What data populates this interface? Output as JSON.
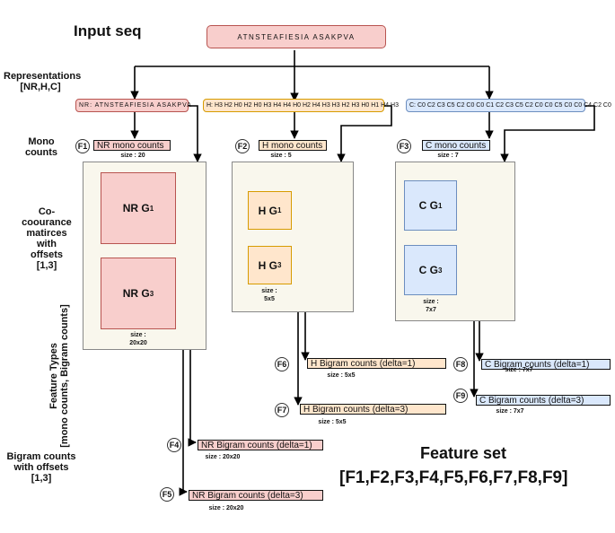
{
  "title": "Input seq",
  "input_sequence": "ATNSTEAFIESIA ASAKPVA",
  "labels": {
    "representations": "Representations\n[NR,H,C]",
    "mono_counts": "Mono\ncounts",
    "cooccurrence": "Co-\ncoourance\nmatirces\nwith\noffsets\n[1,3]",
    "feature_types": "Feature Types\n[mono counts, Bigram counts]",
    "bigram_counts": "Bigram counts\nwith offsets\n[1,3]"
  },
  "representations": {
    "nr": "NR: ATNSTEAFIESIA ASAKPVA",
    "h": "H: H3 H2 H0 H2 H0 H3 H4 H4 H0 H2 H4 H3 H3 H2 H3 H0 H1 H4 H3",
    "c": "C: C0 C2 C3 C5 C2 C0 C0 C1 C2 C3 C5 C2 C0 C0 C5 C0 C0 C4 C2 C0"
  },
  "mono": {
    "f1": {
      "id": "F1",
      "label": "NR mono counts",
      "size": "size : 20"
    },
    "f2": {
      "id": "F2",
      "label": "H mono counts",
      "size": "size : 5"
    },
    "f3": {
      "id": "F3",
      "label": "C mono counts",
      "size": "size : 7"
    }
  },
  "matrices": {
    "nr_g1": {
      "base": "NR G",
      "sup": "1"
    },
    "nr_g3": {
      "base": "NR G",
      "sup": "3"
    },
    "nr_size": "size :",
    "nr_dim": "20x20",
    "h_g1": {
      "base": "H G",
      "sup": "1"
    },
    "h_g3": {
      "base": "H G",
      "sup": "3"
    },
    "h_size": "size :",
    "h_dim": "5x5",
    "c_g1": {
      "base": "C G",
      "sup": "1"
    },
    "c_g3": {
      "base": "C G",
      "sup": "3"
    },
    "c_size": "size :",
    "c_dim": "7x7"
  },
  "bigram": {
    "f4": {
      "id": "F4",
      "label": "NR Bigram counts (delta=1)",
      "size": "size : 20x20"
    },
    "f5": {
      "id": "F5",
      "label": "NR Bigram counts (delta=3)",
      "size": "size : 20x20"
    },
    "f6": {
      "id": "F6",
      "label": "H Bigram counts (delta=1)",
      "size": "size : 5x5"
    },
    "f7": {
      "id": "F7",
      "label": "H Bigram counts (delta=3)",
      "size": "size : 5x5"
    },
    "f8": {
      "id": "F8",
      "label": "C Bigram counts (delta=1)",
      "size": "size : 7x7"
    },
    "f9": {
      "id": "F9",
      "label": "C Bigram counts (delta=3)",
      "size": "size : 7x7"
    }
  },
  "feature_set": {
    "title": "Feature set",
    "list": "[F1,F2,F3,F4,F5,F6,F7,F8,F9]"
  },
  "colors": {
    "nr_fill": "#f8cecc",
    "h_fill": "#ffe6cc",
    "c_fill": "#dae8fc",
    "panel_fill": "#f9f7ed"
  }
}
